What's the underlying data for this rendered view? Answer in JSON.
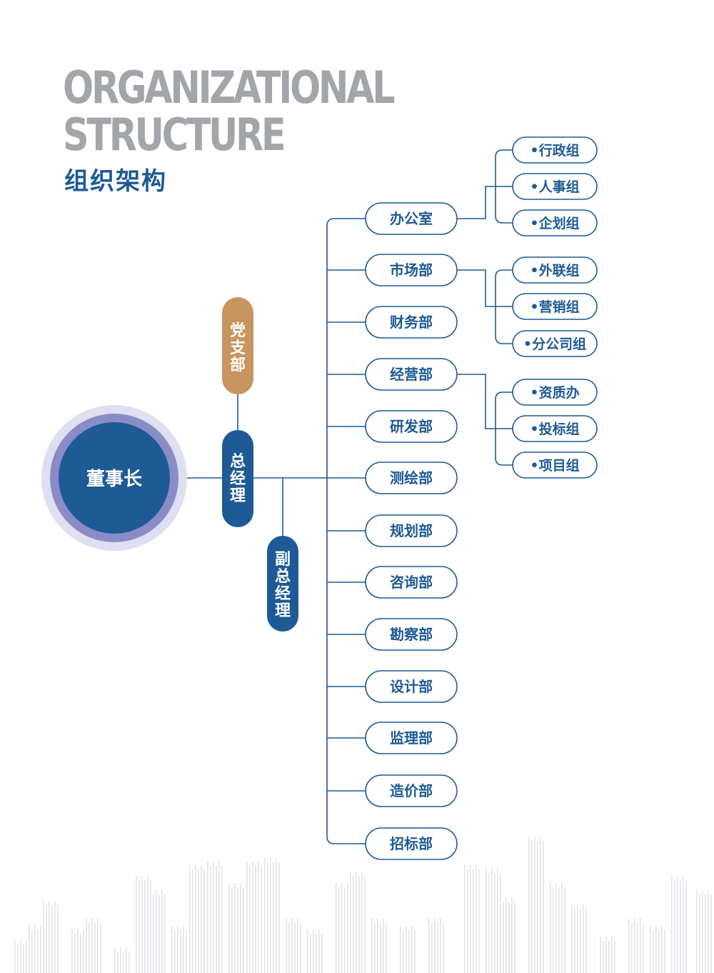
{
  "header": {
    "title_line1": "ORGANIZATIONAL",
    "title_line2": "STRUCTURE",
    "title_zh": "组织架构"
  },
  "colors": {
    "primary": "#1e5a96",
    "party": "#c9955e",
    "ring_outer": "#dedff0",
    "ring_mid": "#8a8cc7",
    "line": "#1e5a96",
    "outline_text": "#1e5a96",
    "title_gray": "#a2a5aa"
  },
  "nodes": {
    "chairman": "董事长",
    "general_manager": "总经理",
    "party_branch": "党支部",
    "deputy_gm": "副总经理"
  },
  "departments": [
    {
      "name": "办公室",
      "groups": [
        "•行政组",
        "•人事组",
        "•企划组"
      ]
    },
    {
      "name": "市场部",
      "groups": [
        "•外联组",
        "•营销组",
        "•分公司组"
      ]
    },
    {
      "name": "财务部",
      "groups": []
    },
    {
      "name": "经营部",
      "groups": [
        "•资质办",
        "•投标组",
        "•项目组"
      ]
    },
    {
      "name": "研发部",
      "groups": []
    },
    {
      "name": "测绘部",
      "groups": []
    },
    {
      "name": "规划部",
      "groups": []
    },
    {
      "name": "咨询部",
      "groups": []
    },
    {
      "name": "勘察部",
      "groups": []
    },
    {
      "name": "设计部",
      "groups": []
    },
    {
      "name": "监理部",
      "groups": []
    },
    {
      "name": "造价部",
      "groups": []
    },
    {
      "name": "招标部",
      "groups": []
    }
  ]
}
